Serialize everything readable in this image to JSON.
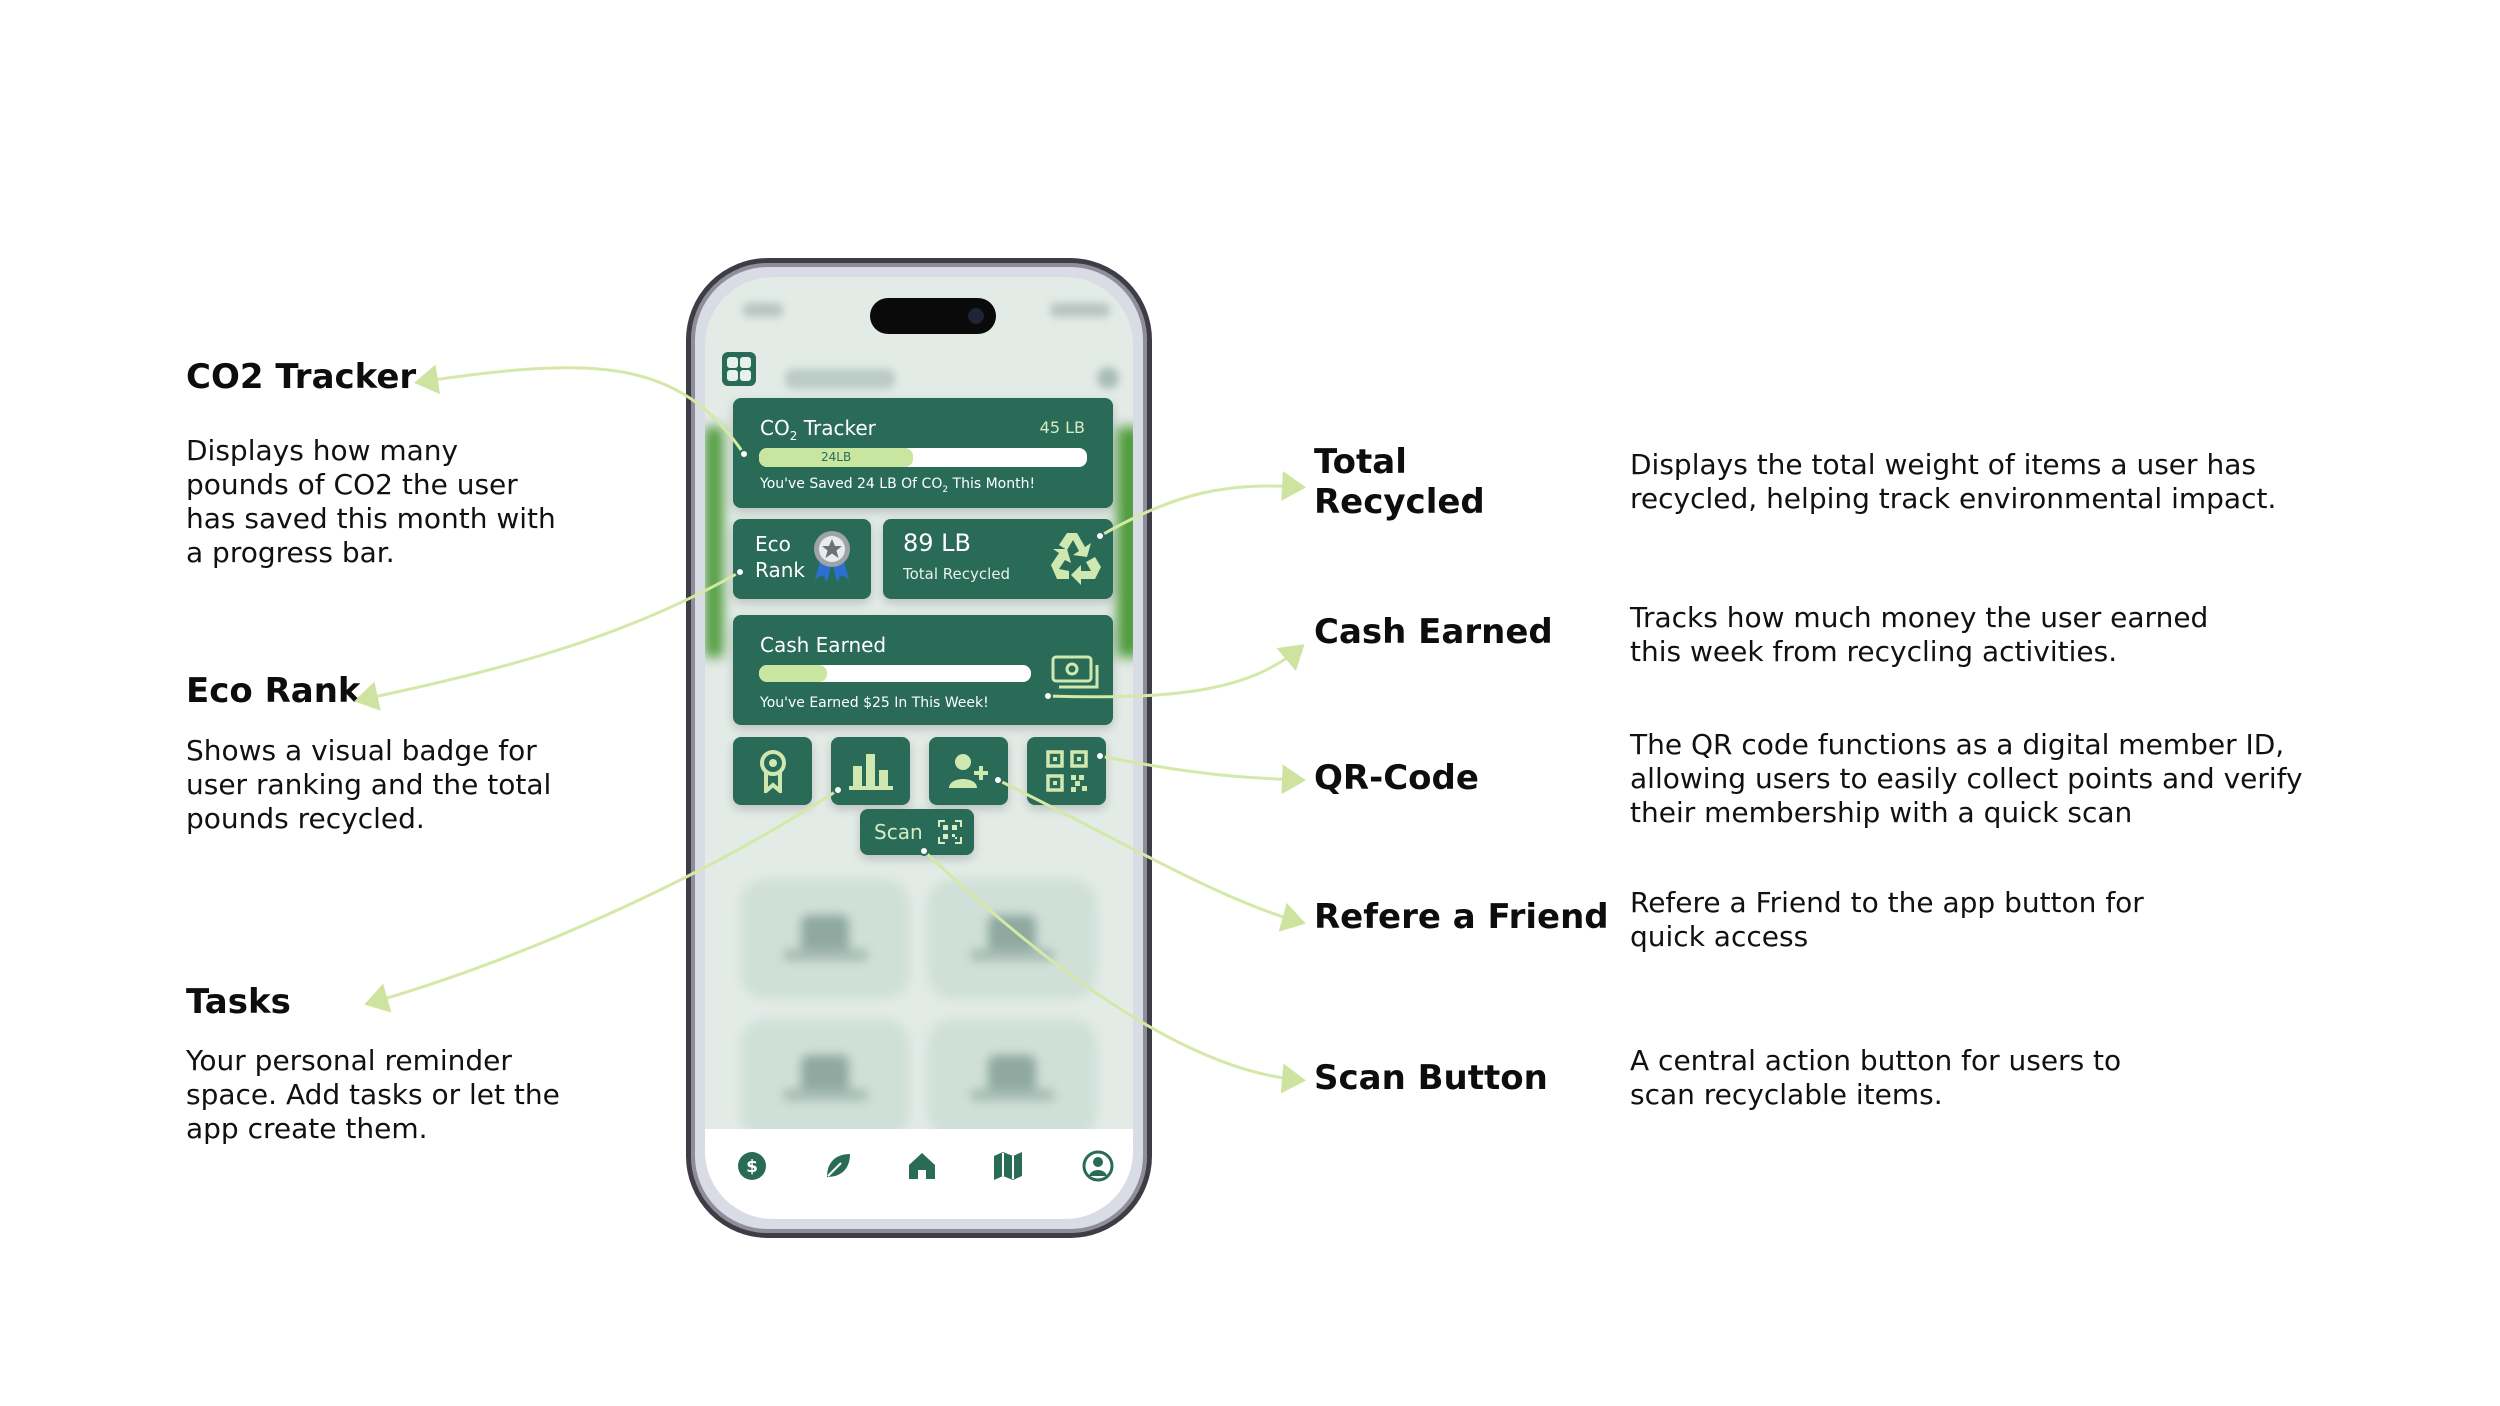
{
  "annotations": {
    "co2": {
      "title": "CO2 Tracker",
      "desc": "Displays how many\npounds of CO2 the user\nhas saved this month with\na progress bar."
    },
    "eco_rank": {
      "title": "Eco Rank",
      "desc": "Shows a visual badge for\nuser ranking and the total\npounds recycled."
    },
    "tasks": {
      "title": "Tasks",
      "desc": "Your personal reminder\nspace. Add tasks or let the\napp create them."
    },
    "total_recycled": {
      "title": "Total\nRecycled",
      "desc": "Displays the total weight of items a user has\nrecycled, helping track environmental impact."
    },
    "cash_earned": {
      "title": "Cash Earned",
      "desc": "Tracks how much money the user earned\nthis week from recycling activities."
    },
    "qr_code": {
      "title": "QR-Code",
      "desc": "The QR code functions as a digital member ID,\nallowing users to easily collect points and verify\ntheir membership with a quick scan"
    },
    "refer": {
      "title": "Refere a Friend",
      "desc": "Refere a Friend to the app button for\nquick access"
    },
    "scan": {
      "title": "Scan Button",
      "desc": "A central action button for users to\nscan recyclable items."
    }
  },
  "app": {
    "co2_card": {
      "title": "CO",
      "title_sub": "2",
      "title_rest": " Tracker",
      "value": "45 LB",
      "bar_label": "24LB",
      "progress": 0.47,
      "footer": "You've Saved 24 LB Of CO",
      "footer_sub": "2",
      "footer_rest": " This Month!"
    },
    "eco_rank_card": {
      "line1": "Eco",
      "line2": "Rank"
    },
    "total_card": {
      "value": "89 LB",
      "label": "Total Recycled"
    },
    "cash_card": {
      "title": "Cash Earned",
      "progress": 0.25,
      "footer": "You've Earned $25 In This Week!"
    },
    "scan_label": "Scan",
    "colors": {
      "card": "#2a6b58",
      "accent": "#c9e6a0",
      "connector": "#d4e8a8"
    },
    "icons": {
      "menu": "grid-menu-icon",
      "rank": "award-badge-icon",
      "recycle": "recycle-icon",
      "cash": "cash-icon",
      "nav": [
        "dollar-icon",
        "leaf-icon",
        "home-icon",
        "map-icon",
        "profile-icon"
      ]
    }
  }
}
